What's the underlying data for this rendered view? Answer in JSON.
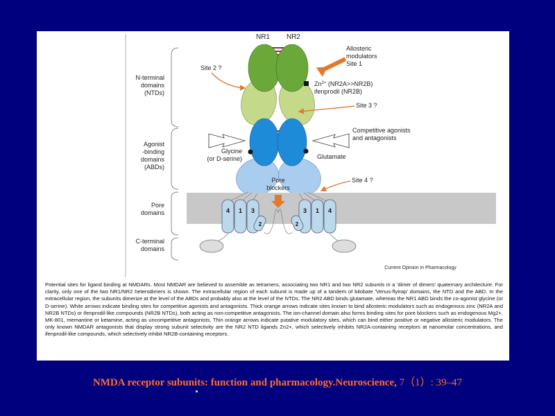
{
  "figure": {
    "subunits": {
      "left": "NR1",
      "right": "NR2"
    },
    "domains": {
      "ntd": "N-terminal domains (NTDs)",
      "abd": "Agonist -binding domains (ABDs)",
      "pore": "Pore domains",
      "cterm": "C-terminal domains"
    },
    "labels": {
      "allosteric": "Allosteric modulators Site 1",
      "site2": "Site 2 ?",
      "zinc": "Zn2+ (NR2A>>NR2B)",
      "ifenprodil": "ifenprodil (NR2B)",
      "site3": "Site 3 ?",
      "competitive": "Competitive agonists and antagonists",
      "glycine": "Glycine (or D-serine)",
      "glutamate": "Glutamate",
      "pore_blockers": "Pore blockers",
      "site4": "Site 4 ?",
      "source": "Current Opinion in Pharmacology"
    },
    "helices_left": [
      "4",
      "1",
      "3",
      "2"
    ],
    "helices_right": [
      "3",
      "1",
      "4",
      "2"
    ],
    "colors": {
      "ntd": "#6aa83a",
      "ntd_lower": "#c4d98a",
      "abd": "#1e8bd8",
      "abd_lower": "#a9cdee",
      "membrane": "#c8c8c8",
      "orange_arrow": "#e07a2e",
      "linker": "#8c2b52",
      "helix": "#bcd9ec"
    }
  },
  "caption": "Potential sites for ligand binding at NMDARs. Most NMDAR are believed to assemble as tetramers, associating two NR1 and two NR2 subunits in a 'dimer of dimers' quaternary architecture. For clarity, only one of the two NR1/NR2 heterodimers is shown. The extracellular region of each subunit is made up of a tandem of bilobate 'Venus-flytrap' domains, the NTD and the ABD. In the extracellular region, the subunits dimerize at the level of the ABDs and probably also at the level of the NTDs. The NR2 ABD binds glutamate, whereas the NR1 ABD binds the co-agonist glycine (or D-serine). White arrows indicate binding sites for competitive agonists and antagonists. Thick orange arrows indicate sites known to bind allosteric modulators such as endogenous zinc (NR2A and NR2B NTDs) or ifenprodil-like compounds (NR2B NTDs), both acting as non-competitive antagonists. The ion-channel domain also forms binding sites for pore blockers such as endogenous Mg2+, MK-801, memantine or ketamine, acting as uncompetitive antagonists. Thin orange arrows indicate putative modulatory sites, which can bind either positive or negative allosteric modulators. The only known NMDAR antagonists that display strong subunit selectivity are the NR2 NTD ligands Zn2+, which selectively inhibits NR2A-containing receptors at nanomolar concentrations, and ifenprodil-like compounds, which selectively inhibit NR2B-containing receptors.",
  "citation": {
    "main": "NMDA receptor subunits: function and pharmacology.Neuroscience,",
    "tail": " 7（1）: 39–47"
  }
}
